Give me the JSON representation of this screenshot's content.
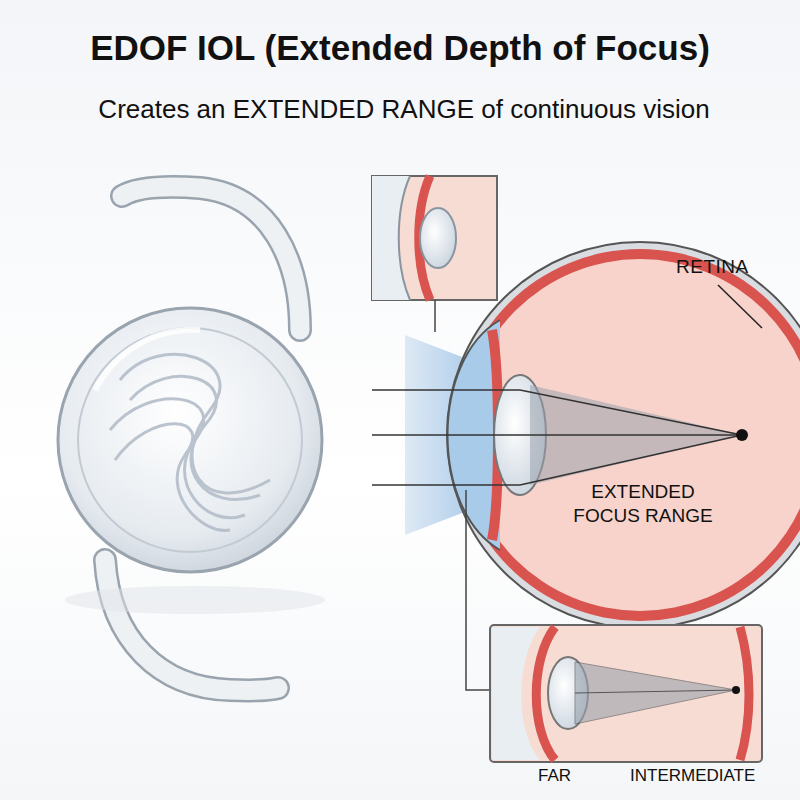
{
  "diagram": {
    "title": "EDOF IOL (Extended Depth of Focus)",
    "labels": [
      "Creates an EXTENDED RANGE of continuous vision",
      "RETINA",
      "EXTENDED FOCUS RANGE",
      "FAR",
      "INTERMEDIATE"
    ]
  }
}
